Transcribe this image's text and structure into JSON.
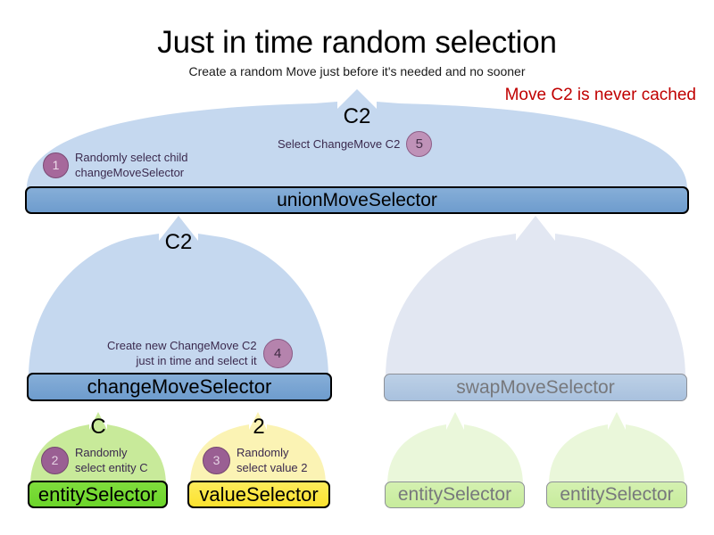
{
  "header": {
    "title": "Just in time random selection",
    "subtitle": "Create a random Move just before it's needed and no sooner",
    "note": "Move C2 is never cached",
    "note_color": "#c00000"
  },
  "nodes": {
    "union": {
      "label": "unionMoveSelector",
      "state": "active",
      "fill": "#7ba5d4",
      "emitted_value": "C2"
    },
    "change": {
      "label": "changeMoveSelector",
      "state": "active",
      "fill": "#7ba5d4",
      "emitted_value": "C2"
    },
    "swap": {
      "label": "swapMoveSelector",
      "state": "faded",
      "fill": "#b3c8e2",
      "emitted_value": ""
    },
    "entity_change": {
      "label": "entitySelector",
      "state": "active",
      "fill": "#76d933",
      "emitted_value": "C"
    },
    "value_change": {
      "label": "valueSelector",
      "state": "active",
      "fill": "#fce63c",
      "emitted_value": "2"
    },
    "entity_swap_1": {
      "label": "entitySelector",
      "state": "faded",
      "fill": "#cdeea6",
      "emitted_value": ""
    },
    "entity_swap_2": {
      "label": "entitySelector",
      "state": "faded",
      "fill": "#cdeea6",
      "emitted_value": ""
    }
  },
  "steps": [
    {
      "number": "1",
      "text": "Randomly select child\nchangeMoveSelector",
      "badge_color": "#a6689b",
      "align": "left"
    },
    {
      "number": "2",
      "text": "Randomly\nselect entity C",
      "badge_color": "#9a5f93",
      "align": "left"
    },
    {
      "number": "3",
      "text": "Randomly\nselect value 2",
      "badge_color": "#9a5f93",
      "align": "left"
    },
    {
      "number": "4",
      "text": "Create new ChangeMove C2\njust in time and select it",
      "badge_color": "#b583ad",
      "align": "right"
    },
    {
      "number": "5",
      "text": "Select ChangeMove C2",
      "badge_color": "#bf92b8",
      "align": "right"
    }
  ],
  "blob_values": {
    "union_out": "C2",
    "change_out": "C2",
    "entity_out": "C",
    "value_out": "2"
  },
  "palette": {
    "blob_blue_active": "#c5d8ef",
    "blob_blue_faded": "#e2e7f2",
    "blob_green_active": "#c8ea9a",
    "blob_green_faded": "#eaf7da",
    "blob_yellow_active": "#fbf3b4",
    "text_dark": "#000000",
    "text_annot": "#3b2a4e"
  }
}
